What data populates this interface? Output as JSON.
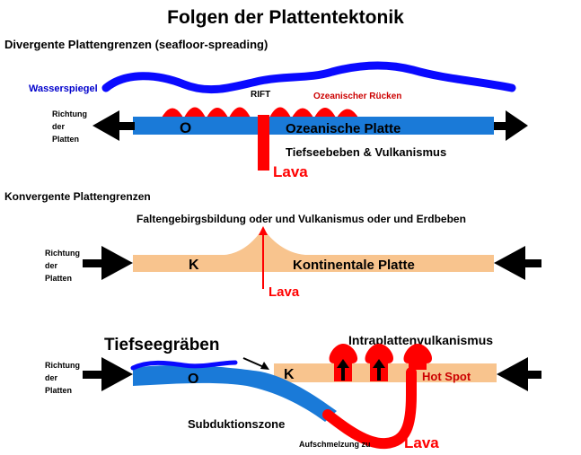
{
  "title": "Folgen der Plattentektonik",
  "colors": {
    "water": "#0a0aff",
    "ocean_plate": "#1a7ad8",
    "continent_plate": "#f8c48e",
    "magma": "#ff0000",
    "arrow": "#000000",
    "label_red": "#ff0000",
    "label_blue": "#0000cc"
  },
  "divergent": {
    "heading": "Divergente Plattengrenzen (seafloor-spreading)",
    "water_label": "Wasserspiegel",
    "rift_label": "RIFT",
    "ridge_label": "Ozeanischer Rücken",
    "motion_label": [
      "Richtung",
      "der",
      "Platten"
    ],
    "plate_symbol": "O",
    "plate_label": "Ozeanische Platte",
    "effects_label": "Tiefseebeben & Vulkanismus",
    "lava_label": "Lava"
  },
  "convergent": {
    "heading": "Konvergente Plattengrenzen",
    "effects_label": "Faltengebirgsbildung oder und Vulkanismus oder und Erdbeben",
    "motion_label": [
      "Richtung",
      "der",
      "Platten"
    ],
    "plate_symbol": "K",
    "plate_label": "Kontinentale Platte",
    "lava_label": "Lava"
  },
  "subduction": {
    "trench_label": "Tiefseegräben",
    "intraplate_label": "Intraplattenvulkanismus",
    "motion_label": [
      "Richtung",
      "der",
      "Platten"
    ],
    "ocean_symbol": "O",
    "continent_symbol": "K",
    "hotspot_label": "Hot Spot",
    "subduction_label": "Subduktionszone",
    "melting_label": "Aufschmelzung zu",
    "lava_label": "Lava"
  }
}
